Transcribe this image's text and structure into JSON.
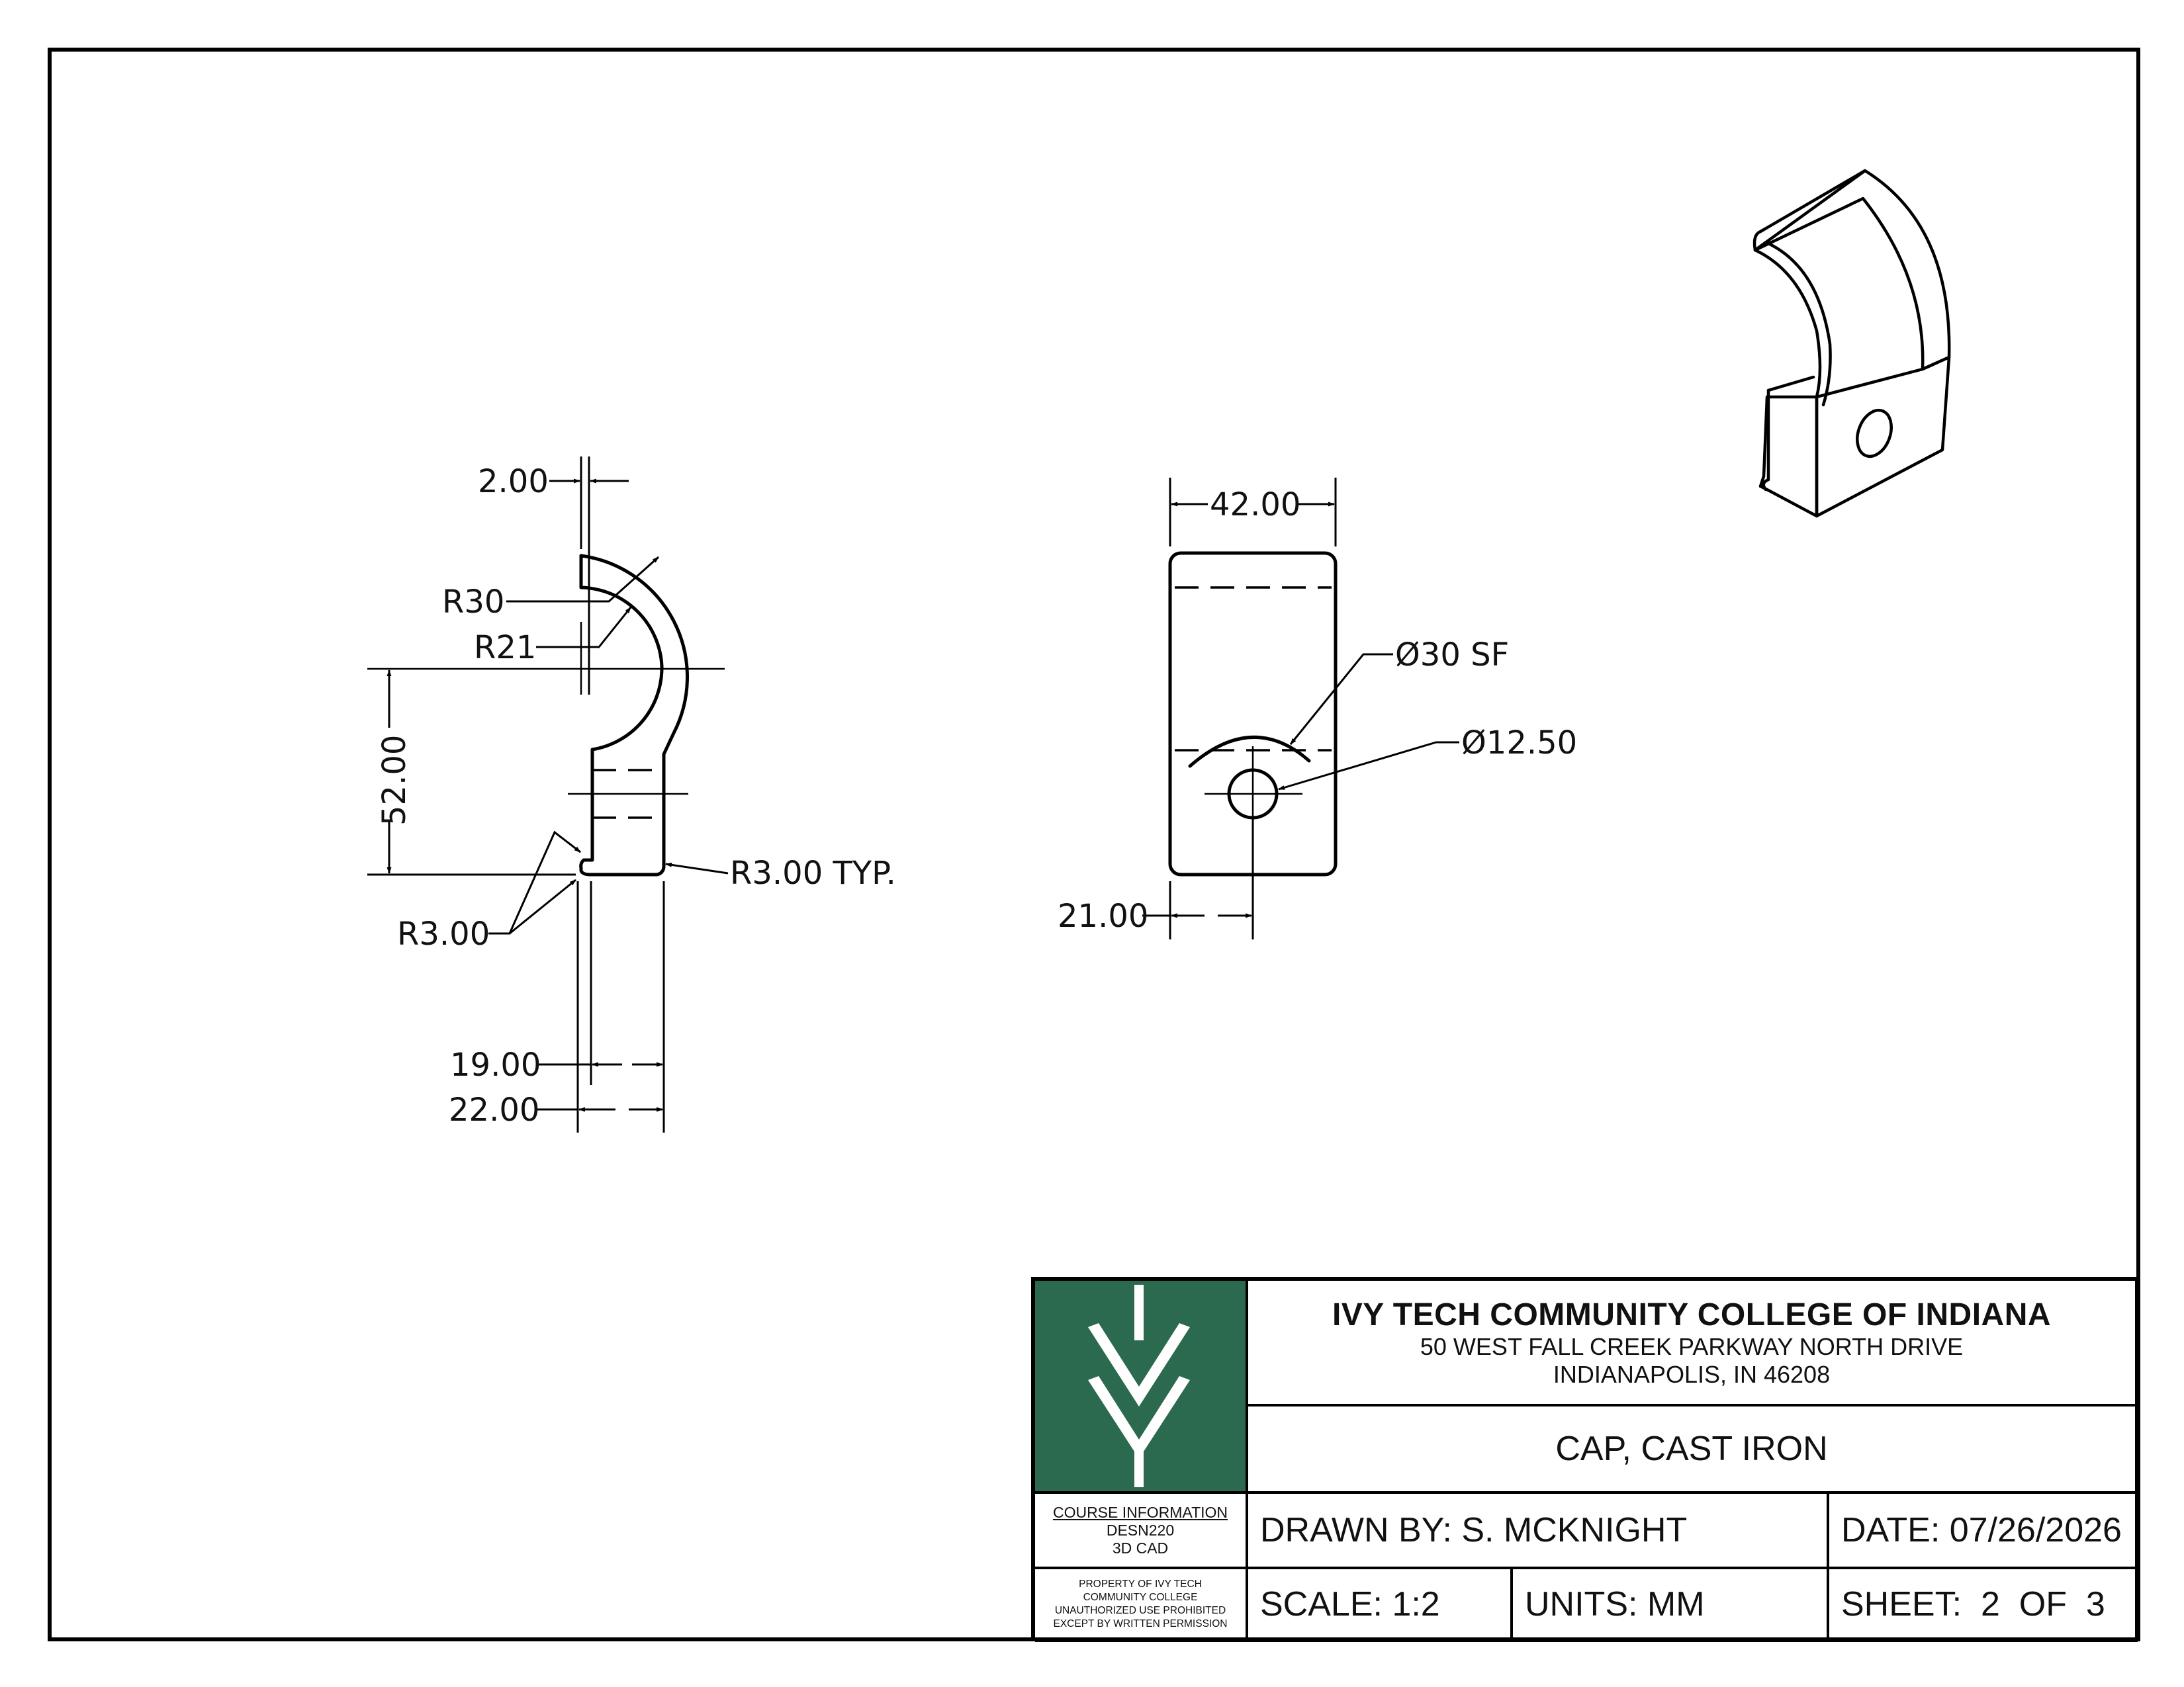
{
  "dimensions": {
    "wall_thickness": "2.00",
    "outer_radius": "R30",
    "inner_radius": "R21",
    "center_height": "52.00",
    "corner_radius_typ": "R3.00 TYP.",
    "fillet_radius": "R3.00",
    "body_depth_inner": "19.00",
    "body_depth_outer": "22.00",
    "width": "42.00",
    "spot_face": "Ø30 SF",
    "hole_diameter": "Ø12.50",
    "hole_offset": "21.00"
  },
  "title_block": {
    "school_name": "IVY TECH COMMUNITY COLLEGE OF INDIANA",
    "address_line1": "50 WEST FALL CREEK PARKWAY  NORTH DRIVE",
    "address_line2": "INDIANAPOLIS, IN 46208",
    "part_title": "CAP, CAST IRON",
    "drawn_by": "DRAWN BY: S. MCKNIGHT",
    "date": "DATE: 07/26/2026",
    "scale": "SCALE: 1:2",
    "units": "UNITS: MM",
    "sheet": "SHEET:  2  OF  3",
    "course_heading": "COURSE INFORMATION",
    "course_code": "DESN220",
    "course_name": "3D CAD",
    "property_line1": "PROPERTY OF IVY TECH",
    "property_line2": "COMMUNITY COLLEGE",
    "property_line3": "UNAUTHORIZED USE PROHIBITED",
    "property_line4": "EXCEPT BY WRITTEN PERMISSION"
  },
  "colors": {
    "logo_background": "#2b6a4e",
    "logo_mark": "#ffffff",
    "linework": "#000000"
  },
  "icons": {
    "logo": "ivy-tech-logo-icon"
  }
}
